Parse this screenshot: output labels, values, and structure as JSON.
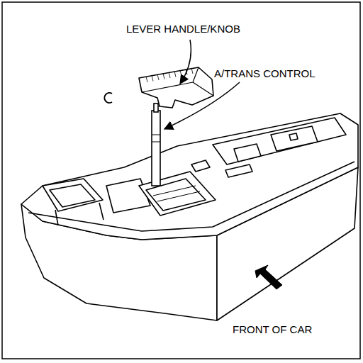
{
  "diagram": {
    "labels": [
      "LEVER HANDLE/KNOB",
      "A/TRANS CONTROL",
      "FRONT OF CAR"
    ]
  }
}
